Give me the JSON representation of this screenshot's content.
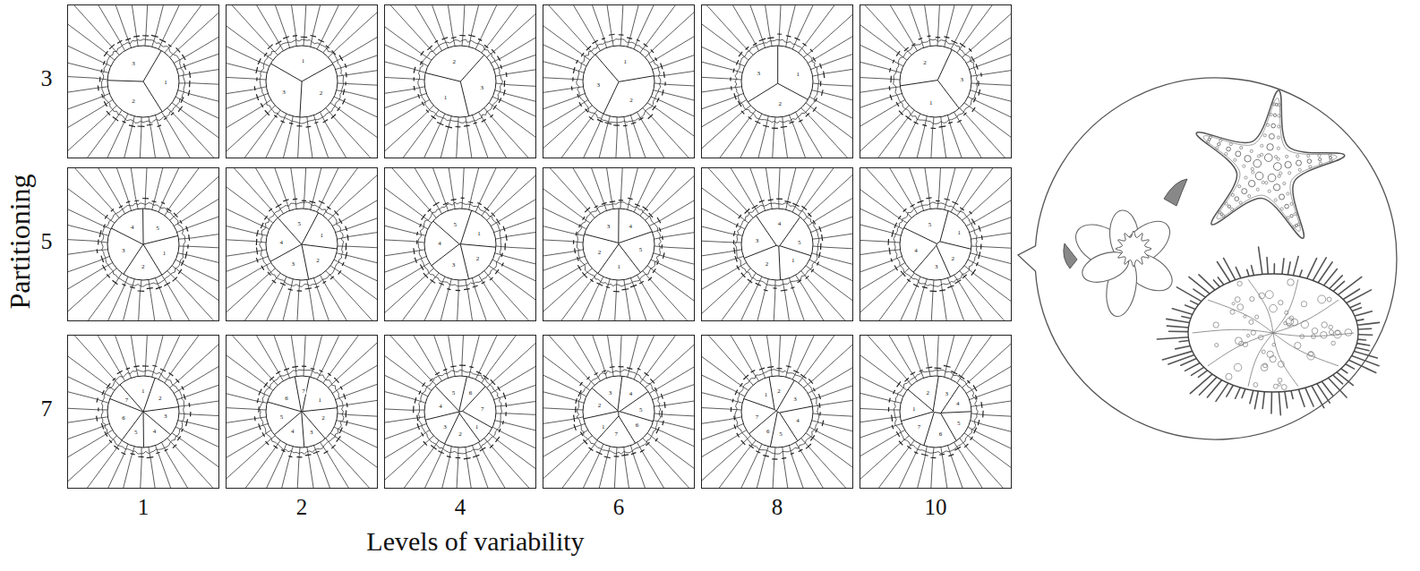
{
  "diagram": {
    "nodes": [
      {
        "text": [
          "1",
          "2",
          "3"
        ]
      },
      {
        "text": [
          "1",
          "2",
          "3"
        ]
      },
      {
        "text": [
          "1",
          "2",
          "3"
        ]
      },
      {
        "text": [
          "1",
          "2",
          "3"
        ]
      },
      {
        "text": [
          "1",
          "2",
          "3"
        ]
      },
      {
        "text": [
          "1",
          "2",
          "3"
        ]
      },
      {
        "text": [
          "1",
          "2",
          "3",
          "4",
          "5"
        ]
      },
      {
        "text": [
          "1",
          "2",
          "3",
          "4",
          "5"
        ]
      },
      {
        "text": [
          "1",
          "2",
          "3",
          "4",
          "5"
        ]
      },
      {
        "text": [
          "1",
          "2",
          "3",
          "4",
          "5"
        ]
      },
      {
        "text": [
          "1",
          "2",
          "3",
          "4",
          "5"
        ]
      },
      {
        "text": [
          "1",
          "2",
          "3",
          "4",
          "5"
        ]
      },
      {
        "text": [
          "1",
          "2",
          "3",
          "4",
          "5",
          "6",
          "7"
        ]
      },
      {
        "text": [
          "1",
          "2",
          "3",
          "4",
          "5",
          "6",
          "7"
        ]
      },
      {
        "text": [
          "1",
          "2",
          "3",
          "4",
          "5",
          "6",
          "7"
        ]
      },
      {
        "text": [
          "1",
          "2",
          "3",
          "4",
          "5",
          "6",
          "7"
        ]
      },
      {
        "text": [
          "1",
          "2",
          "3",
          "4",
          "5",
          "6",
          "7"
        ]
      },
      {
        "text": [
          "1",
          "2",
          "3",
          "4",
          "5",
          "6",
          "7"
        ]
      }
    ],
    "labels": [
      "Partitioning",
      "3",
      "5",
      "7",
      "1",
      "2",
      "4",
      "6",
      "8",
      "10",
      "Levels of variability"
    ]
  }
}
